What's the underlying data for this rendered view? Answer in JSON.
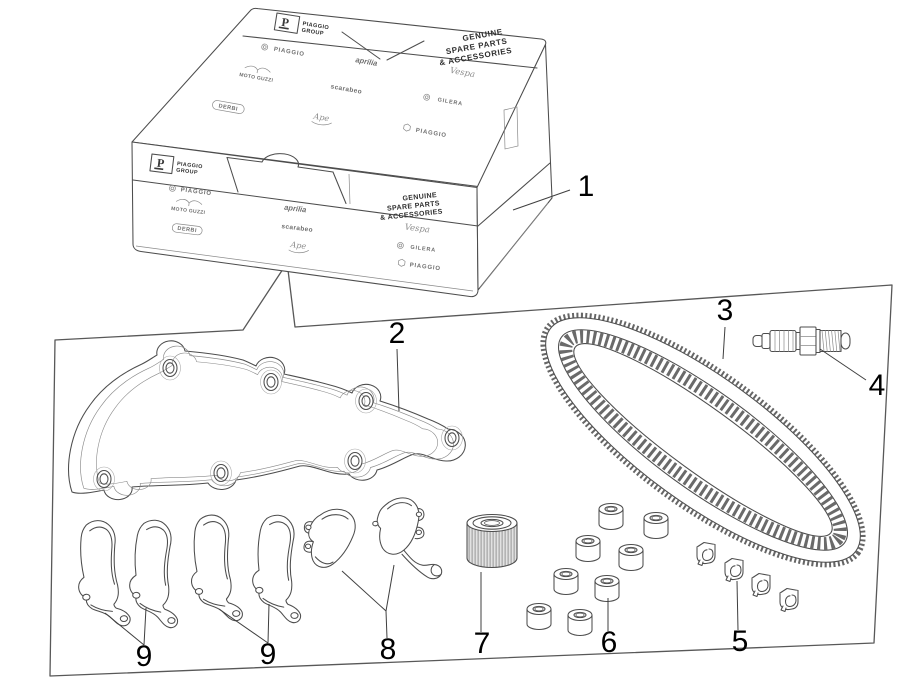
{
  "figure": {
    "background": "#ffffff",
    "line_color": "#4d4d4d",
    "label_color": "#000000"
  },
  "box": {
    "monogram": "P",
    "group_line1": "PIAGGIO",
    "group_line2": "GROUP",
    "tagline": {
      "l1": "GENUINE",
      "l2": "SPARE PARTS",
      "l3": "& ACCESSORIES"
    },
    "brands": [
      "PIAGGIO",
      "aprilia",
      "Vespa",
      "MOTO GUZZI",
      "scarabeo",
      "GILERA",
      "DERBI",
      "Ape",
      "PIAGGIO"
    ]
  },
  "callouts": {
    "n1": "1",
    "n2": "2",
    "n3": "3",
    "n4": "4",
    "n5": "5",
    "n6": "6",
    "n7": "7",
    "n8": "8",
    "n9a": "9",
    "n9b": "9"
  }
}
